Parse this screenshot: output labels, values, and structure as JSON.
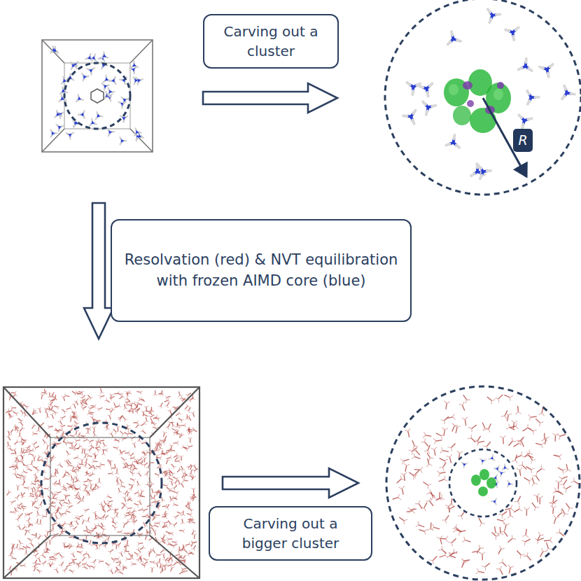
{
  "diagram": {
    "nodes": [
      {
        "text": [
          "Carving out a cluster"
        ]
      },
      {
        "text": [
          "R"
        ]
      },
      {
        "text": [
          "Resolvation (red) & NVT equilibration with frozen AIMD core (blue)"
        ]
      },
      {
        "text": [
          "Carving out a bigger cluster"
        ]
      }
    ],
    "edges": []
  }
}
